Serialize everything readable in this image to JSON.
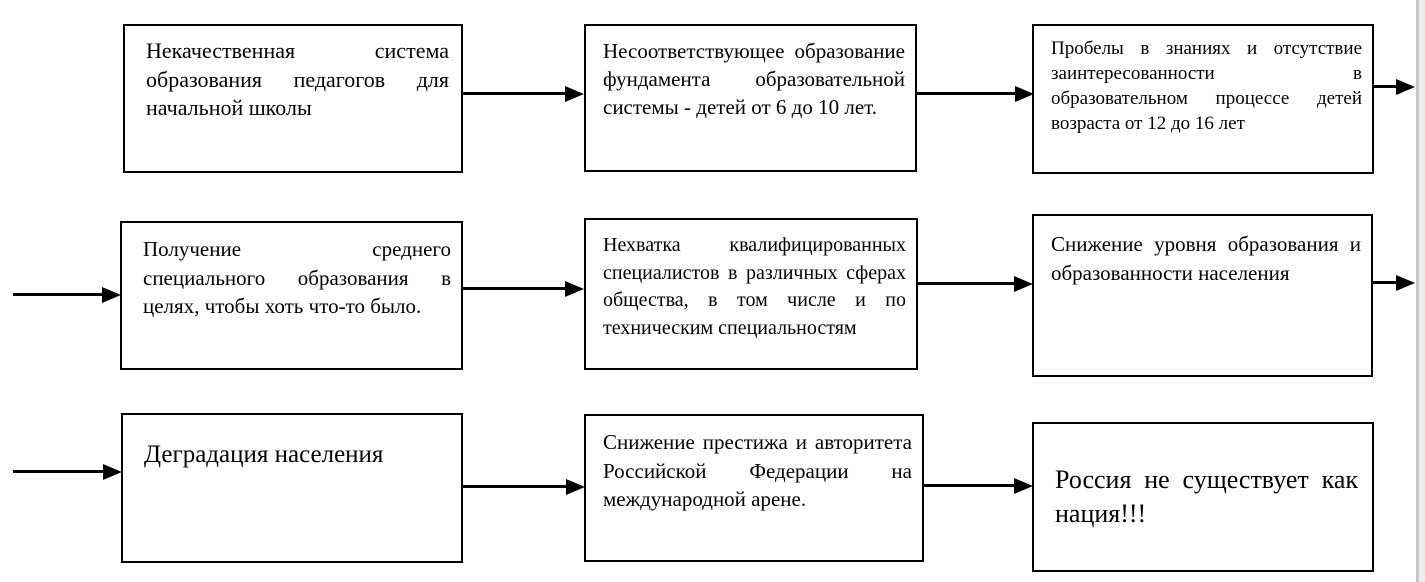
{
  "diagram": {
    "type": "flowchart",
    "language": "ru",
    "line_color": "#000000",
    "background_color": "#ffffff",
    "page_edge_color": "#c6c6c6",
    "boxes": [
      {
        "id": "r1c1",
        "text": "Некачественная система образования педагогов для начальной школы"
      },
      {
        "id": "r1c2",
        "text": "Несоответствующее образование фундамента образовательной системы - детей от 6 до 10 лет."
      },
      {
        "id": "r1c3",
        "text": "Пробелы в знаниях и отсутствие заинтересованности в образовательном процессе детей возраста от 12 до 16 лет"
      },
      {
        "id": "r2c1",
        "text": "Получение среднего специального образования в целях, чтобы хоть что-то было."
      },
      {
        "id": "r2c2",
        "text": "Нехватка квалифицированных специалистов в различных сферах общества, в том числе и по техническим специальностям"
      },
      {
        "id": "r2c3",
        "text": "Снижение уровня образования и образованности населения"
      },
      {
        "id": "r3c1",
        "text": "Деградация населения"
      },
      {
        "id": "r3c2",
        "text": "Снижение престижа и авторитета Российской Федерации на международной арене."
      },
      {
        "id": "r3c3",
        "text": "Россия не существует как нация!!!"
      }
    ],
    "connections": [
      {
        "from": "r1c1",
        "to": "r1c2"
      },
      {
        "from": "r1c2",
        "to": "r1c3"
      },
      {
        "from": "r1c3",
        "to": "edge-right"
      },
      {
        "from": "edge-left",
        "to": "r2c1"
      },
      {
        "from": "r2c1",
        "to": "r2c2"
      },
      {
        "from": "r2c2",
        "to": "r2c3"
      },
      {
        "from": "r2c3",
        "to": "edge-right"
      },
      {
        "from": "edge-left",
        "to": "r3c1"
      },
      {
        "from": "r3c1",
        "to": "r3c2"
      },
      {
        "from": "r3c2",
        "to": "r3c3"
      }
    ]
  }
}
